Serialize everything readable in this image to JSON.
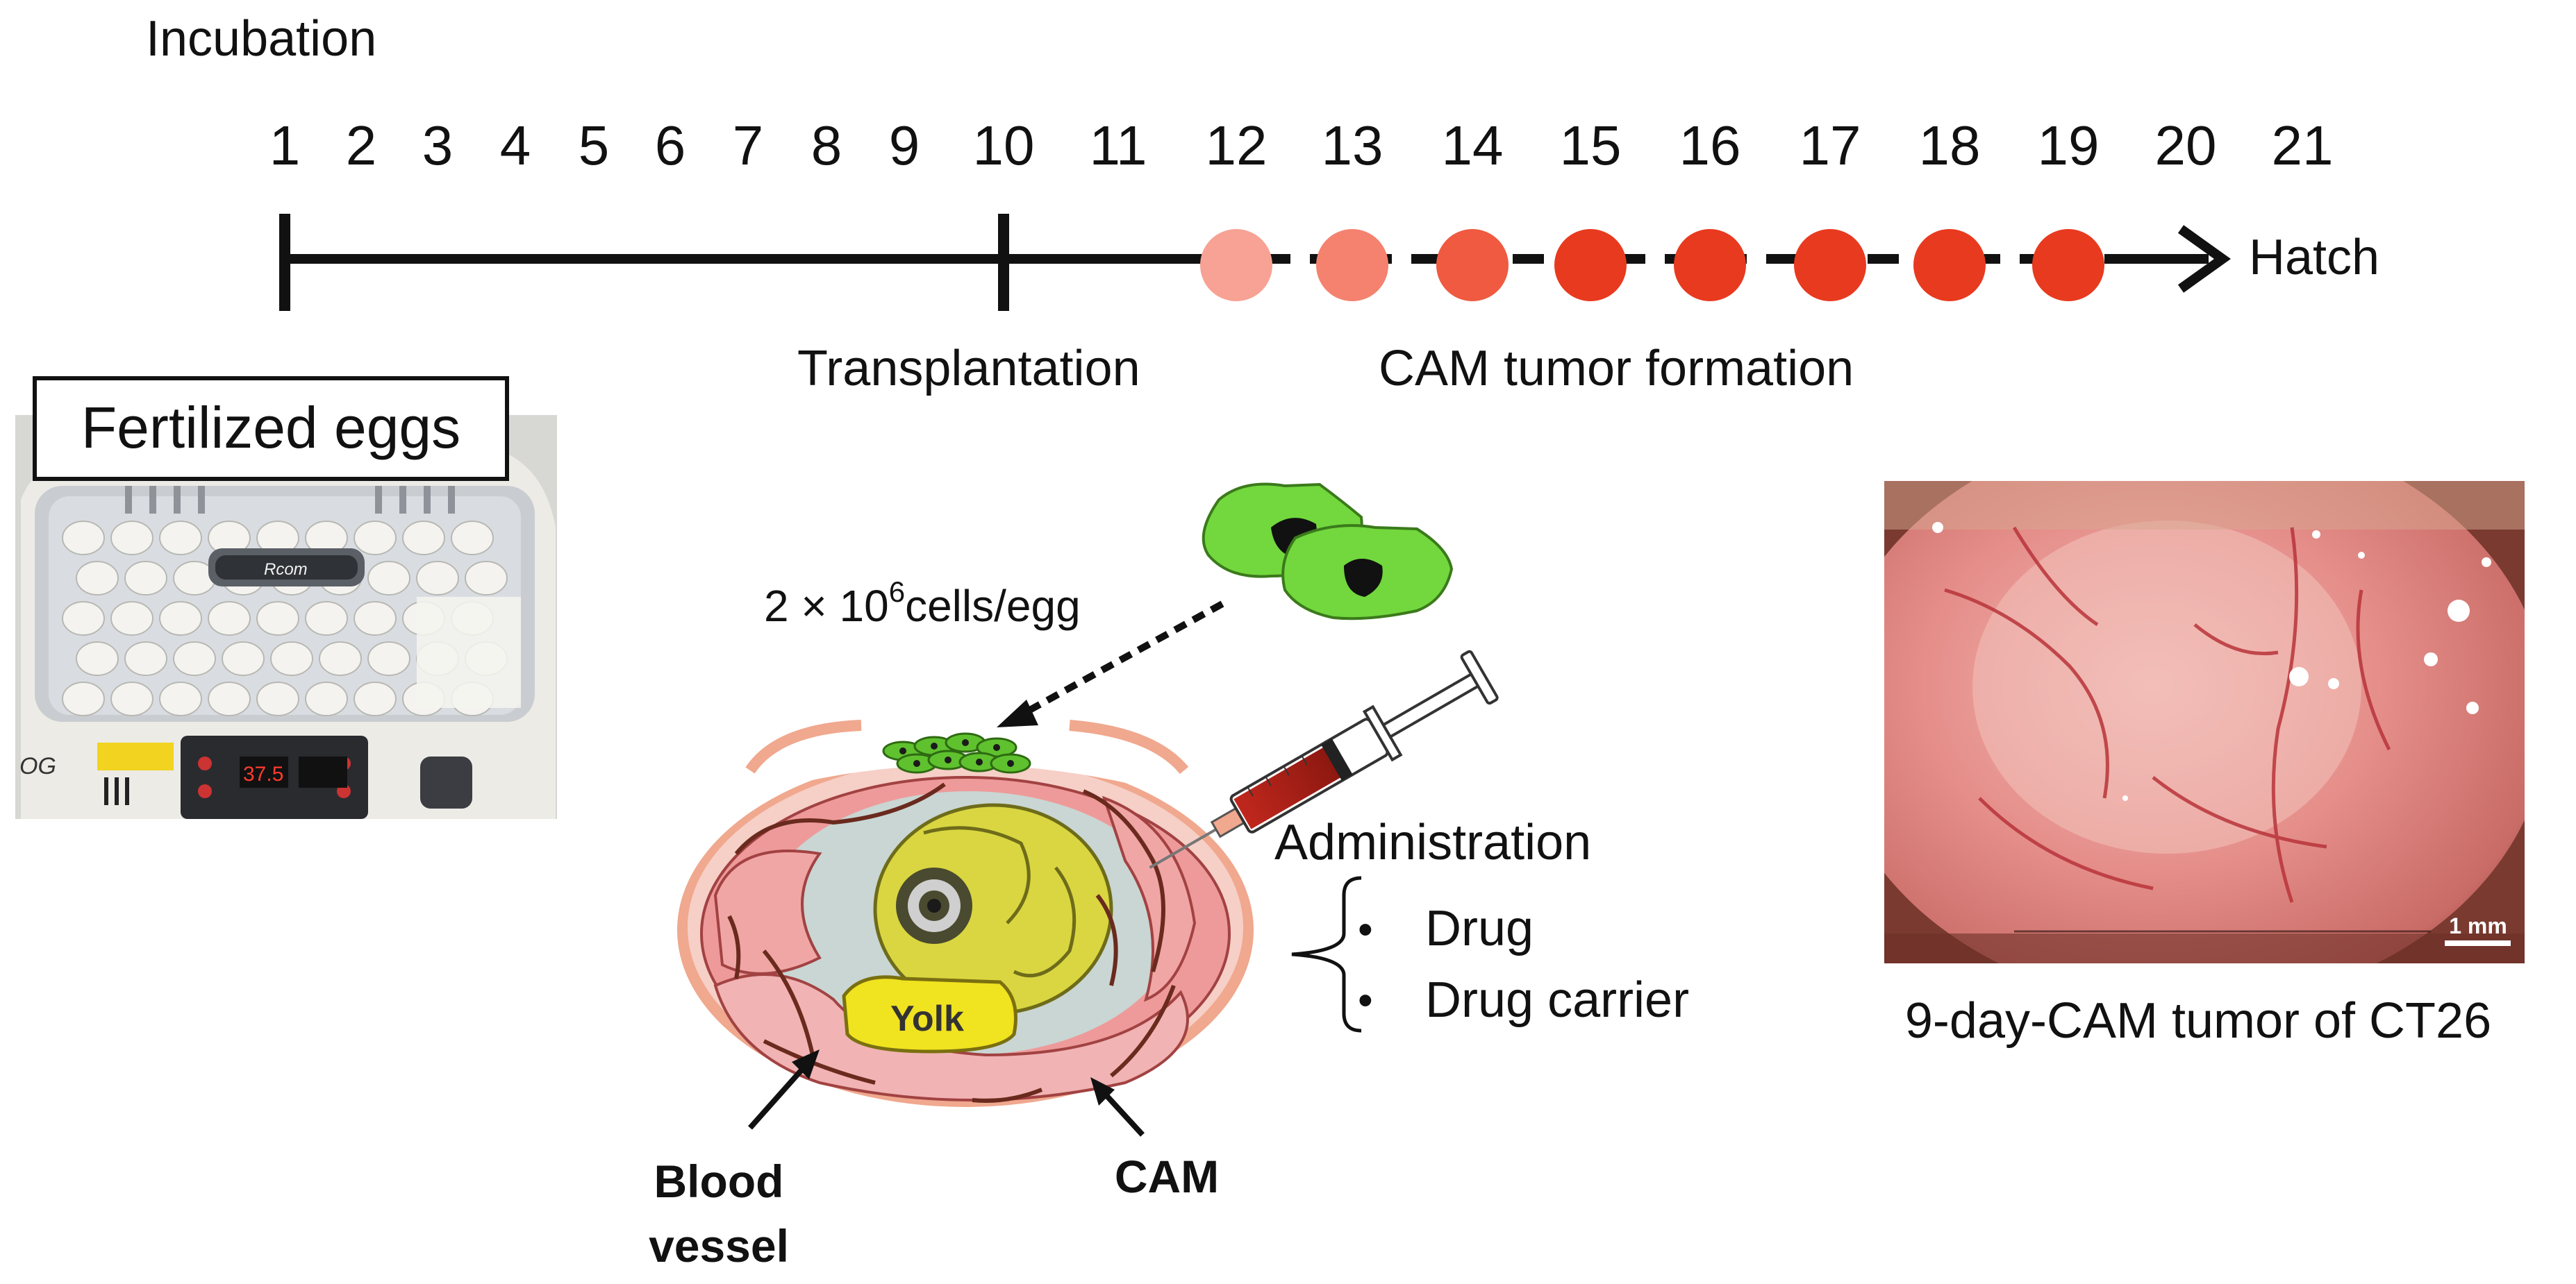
{
  "timeline": {
    "title": "Incubation",
    "days": [
      "1",
      "2",
      "3",
      "4",
      "5",
      "6",
      "7",
      "8",
      "9",
      "10",
      "11",
      "12",
      "13",
      "14",
      "15",
      "16",
      "17",
      "18",
      "19",
      "20",
      "21"
    ],
    "end_label": "Hatch",
    "transplantation_label": "Transplantation",
    "tumor_label": "CAM tumor formation",
    "tumor_dot_colors": [
      "#f7a294",
      "#f4826f",
      "#ef5a40",
      "#e83a1f",
      "#e83a1f",
      "#e83a1f",
      "#e83a1f",
      "#e83a1f"
    ]
  },
  "eggs_panel": {
    "label": "Fertilized eggs",
    "display_reading": "37.5",
    "brand": "Rcom",
    "side_text": "OG"
  },
  "egg_diagram": {
    "cells_prefix": "2 × 10",
    "cells_exponent": "6",
    "cells_suffix": "cells/egg",
    "yolk_label": "Yolk",
    "blood_vessel_label_line1": "Blood",
    "blood_vessel_label_line2": "vessel",
    "cam_label": "CAM"
  },
  "administration": {
    "title": "Administration",
    "items": [
      "Drug",
      "Drug carrier"
    ],
    "bullet": "•"
  },
  "tumor_photo": {
    "caption": "9-day-CAM tumor of CT26",
    "scale_bar": "1 mm"
  }
}
